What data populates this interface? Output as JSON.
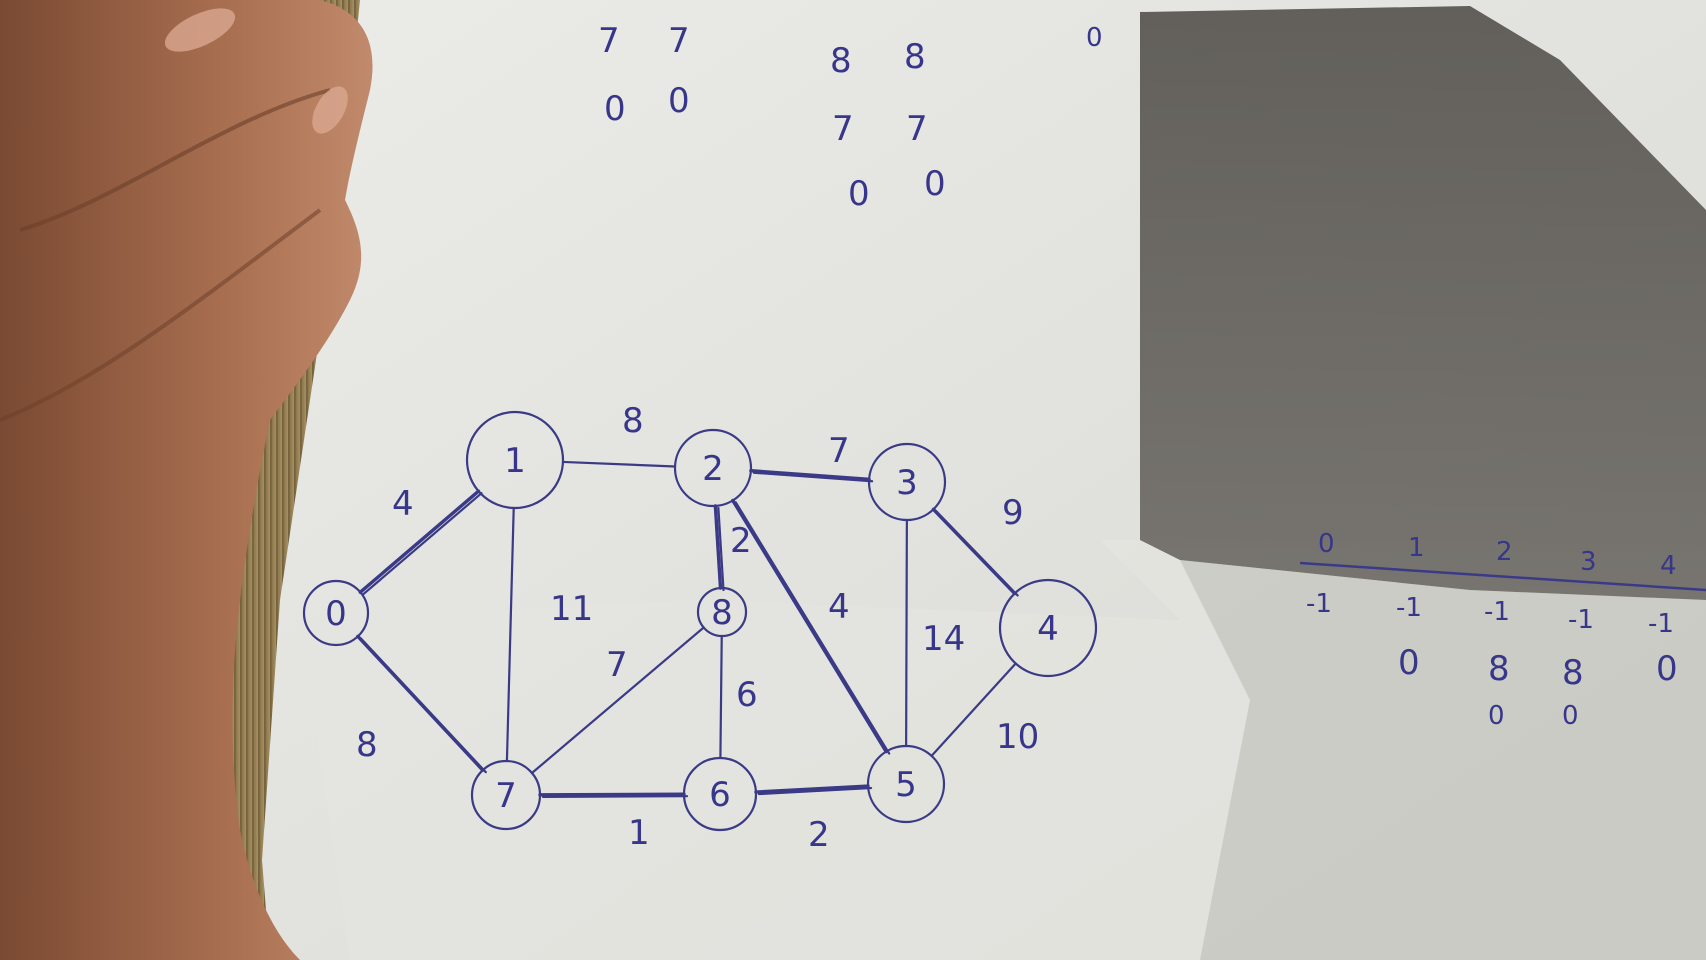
{
  "top_notes": {
    "col_a": [
      "7",
      "0"
    ],
    "col_b": [
      "7",
      "0"
    ],
    "col_c": [
      "8",
      "7",
      "0"
    ],
    "col_d": [
      "8",
      "7",
      "0"
    ],
    "col_e": [
      "0"
    ]
  },
  "graph": {
    "nodes": [
      {
        "id": "n0",
        "label": "0"
      },
      {
        "id": "n1",
        "label": "1"
      },
      {
        "id": "n2",
        "label": "2"
      },
      {
        "id": "n3",
        "label": "3"
      },
      {
        "id": "n4",
        "label": "4"
      },
      {
        "id": "n5",
        "label": "5"
      },
      {
        "id": "n6",
        "label": "6"
      },
      {
        "id": "n7",
        "label": "7"
      },
      {
        "id": "n8",
        "label": "8"
      }
    ],
    "edges": [
      {
        "from": "0",
        "to": "1",
        "weight": "4",
        "highlighted": true
      },
      {
        "from": "1",
        "to": "2",
        "weight": "8",
        "highlighted": false
      },
      {
        "from": "2",
        "to": "3",
        "weight": "7",
        "highlighted": true
      },
      {
        "from": "3",
        "to": "4",
        "weight": "9",
        "highlighted": true
      },
      {
        "from": "0",
        "to": "7",
        "weight": "8",
        "highlighted": true
      },
      {
        "from": "1",
        "to": "7",
        "weight": "11",
        "highlighted": false
      },
      {
        "from": "2",
        "to": "8",
        "weight": "2",
        "highlighted": true
      },
      {
        "from": "2",
        "to": "5",
        "weight": "4",
        "highlighted": true
      },
      {
        "from": "3",
        "to": "5",
        "weight": "14",
        "highlighted": false
      },
      {
        "from": "4",
        "to": "5",
        "weight": "10",
        "highlighted": false
      },
      {
        "from": "7",
        "to": "8",
        "weight": "7",
        "highlighted": false
      },
      {
        "from": "8",
        "to": "6",
        "weight": "6",
        "highlighted": false
      },
      {
        "from": "7",
        "to": "6",
        "weight": "1",
        "highlighted": true
      },
      {
        "from": "6",
        "to": "5",
        "weight": "2",
        "highlighted": true
      }
    ]
  },
  "table": {
    "headers": [
      "0",
      "1",
      "2",
      "3",
      "4"
    ],
    "row1": [
      "-1",
      "-1",
      "-1",
      "-1",
      "-1"
    ],
    "row2": [
      "",
      "0",
      "8",
      "8",
      "0"
    ],
    "row3": [
      "",
      "",
      "0",
      "0",
      ""
    ]
  },
  "colors": {
    "ink": "#3a3a86",
    "paper": "#e8e8e4",
    "shadow": "#5d5a55",
    "skin": "#a0674a",
    "background": "#8a7450"
  }
}
